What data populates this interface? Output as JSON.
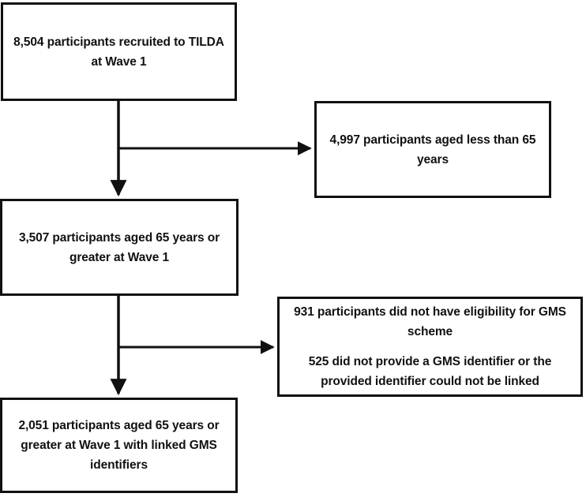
{
  "diagram": {
    "title": "TILDA participant selection flow",
    "type": "flowchart",
    "orientation": "top-to-bottom with right-side exclusion branches",
    "colors": {
      "box_border": "#111111",
      "box_fill": "#ffffff",
      "text": "#111111",
      "connector": "#111111",
      "background": "#ffffff"
    },
    "nodes": [
      {
        "id": "recruited",
        "role": "included",
        "lines": [
          "8,504 participants recruited to TILDA at Wave 1"
        ],
        "count": 8504
      },
      {
        "id": "under65",
        "role": "excluded",
        "lines": [
          "4,997 participants aged less than 65 years"
        ],
        "count": 4997
      },
      {
        "id": "aged65",
        "role": "included",
        "lines": [
          "3,507 participants aged 65 years or greater at Wave 1"
        ],
        "count": 3507
      },
      {
        "id": "excluded-gms",
        "role": "excluded",
        "lines": [
          "931 participants did not have eligibility for GMS scheme",
          "525 did not provide a GMS identifier or the provided identifier could not be linked"
        ],
        "counts": [
          931,
          525
        ]
      },
      {
        "id": "linked",
        "role": "included",
        "lines": [
          "2,051 participants aged 65 years or greater at Wave 1 with linked GMS identifiers"
        ],
        "count": 2051
      }
    ],
    "edges": [
      {
        "id": "recruited-to-aged65",
        "from": "recruited",
        "to": "aged65",
        "direction": "down",
        "arrowhead": true
      },
      {
        "id": "recruited-to-under65",
        "from": "recruited",
        "to": "under65",
        "direction": "right",
        "arrowhead": true
      },
      {
        "id": "aged65-to-linked",
        "from": "aged65",
        "to": "linked",
        "direction": "down",
        "arrowhead": true
      },
      {
        "id": "aged65-to-excluded-gms",
        "from": "aged65",
        "to": "excluded-gms",
        "direction": "right",
        "arrowhead": true
      }
    ]
  }
}
